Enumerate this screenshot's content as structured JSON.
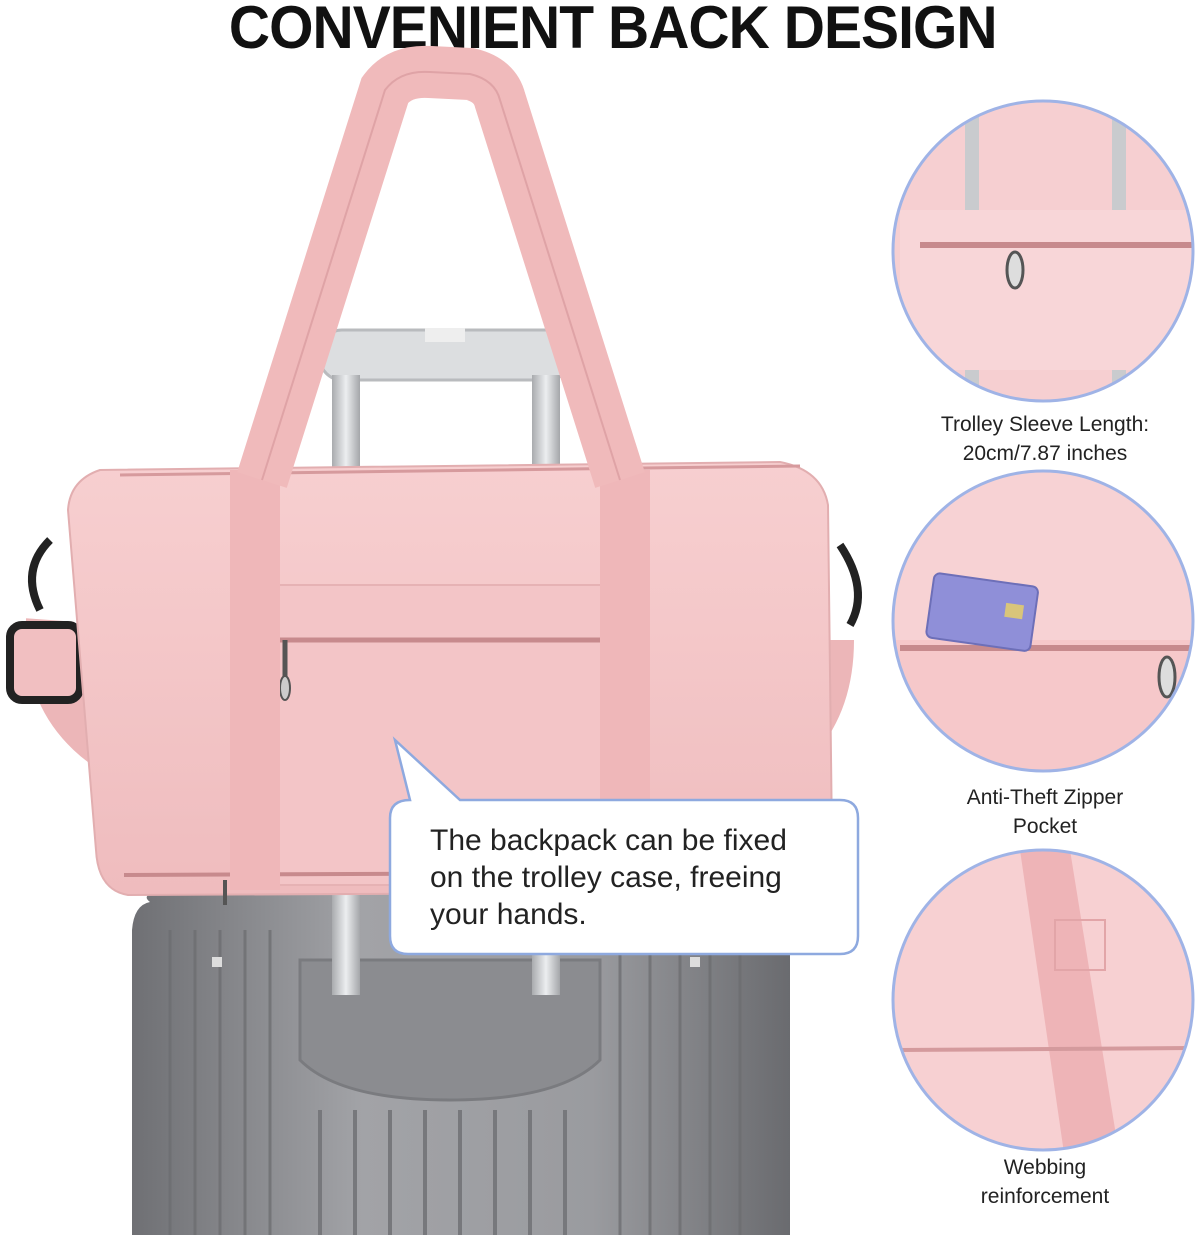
{
  "title": "CONVENIENT BACK DESIGN",
  "bubble": {
    "lines": [
      "The backpack can be fixed",
      "on the trolley case, freeing",
      "your hands."
    ]
  },
  "features": [
    {
      "icon": "trolley-sleeve-icon",
      "lines": [
        "Trolley Sleeve Length:",
        "20cm/7.87 inches"
      ]
    },
    {
      "icon": "zipper-pocket-icon",
      "lines": [
        "Anti-Theft Zipper",
        "Pocket"
      ]
    },
    {
      "icon": "webbing-icon",
      "lines": [
        "Webbing",
        "reinforcement"
      ]
    }
  ],
  "colors": {
    "bag_pink": "#f4c4c6",
    "bag_pink_dark": "#e3a9ab",
    "suitcase_gray": "#8f9094",
    "handle_silver": "#c9cbce",
    "circle_border": "#9fb3e6"
  }
}
